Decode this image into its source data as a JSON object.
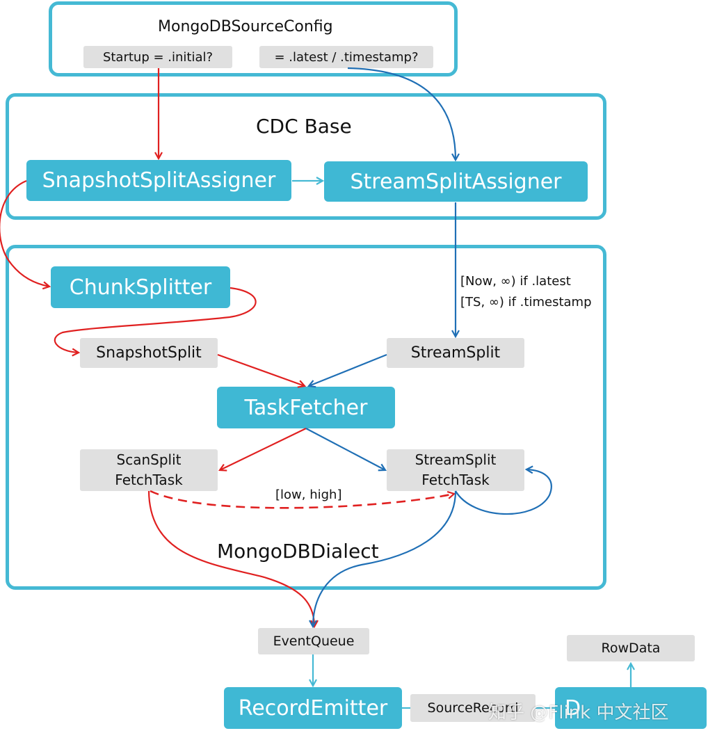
{
  "frames": {
    "config": "MongoDBSourceConfig",
    "cdc_base": "CDC Base",
    "dialect": "MongoDBDialect"
  },
  "chips": {
    "startup_initial": "Startup = .initial?",
    "startup_latest": "= .latest / .timestamp?",
    "snapshot_split": "SnapshotSplit",
    "stream_split": "StreamSplit",
    "scan_task_line1": "ScanSplit",
    "scan_task_line2": "FetchTask",
    "stream_task_line1": "StreamSplit",
    "stream_task_line2": "FetchTask",
    "event_queue": "EventQueue",
    "source_record": "SourceRecord",
    "row_data": "RowData"
  },
  "boxes": {
    "snapshot_assigner": "SnapshotSplitAssigner",
    "stream_assigner": "StreamSplitAssigner",
    "chunk_splitter": "ChunkSplitter",
    "task_fetcher": "TaskFetcher",
    "record_emitter": "RecordEmitter",
    "deserializer": "D"
  },
  "annotations": {
    "range_latest": "[Now, ∞) if .latest",
    "range_timestamp": "[TS, ∞) if .timestamp",
    "low_high": "[low, high]"
  },
  "watermark": "知乎 @Flink 中文社区",
  "colors": {
    "frame": "#45b9d4",
    "box": "#3fb8d4",
    "chip": "#e0e0e0",
    "snapshot_path": "#e02020",
    "stream_path": "#1f6fb5",
    "flow": "#45b9d4"
  }
}
